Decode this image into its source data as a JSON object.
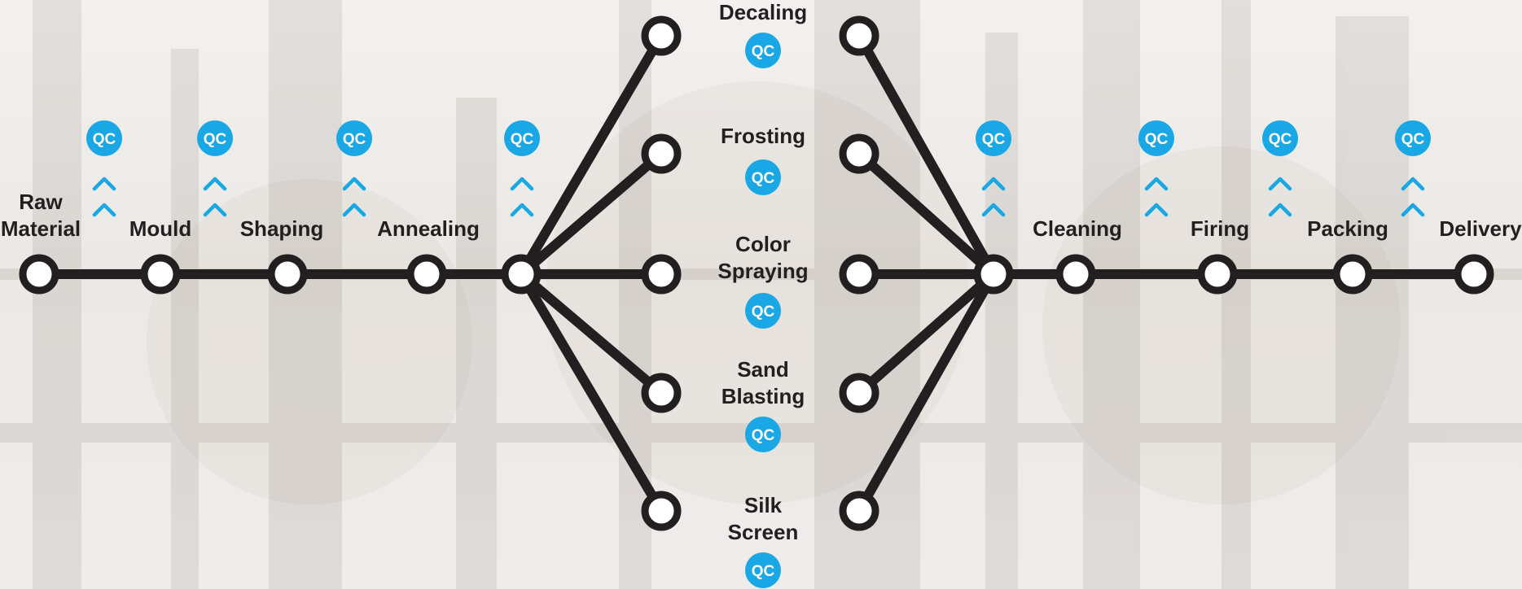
{
  "colors": {
    "line": "#231f20",
    "node_fill": "#ffffff",
    "qc_badge": "#1aa7e5",
    "arrow": "#1aa7e5",
    "label": "#231f20"
  },
  "qc_label": "QC",
  "main_line": {
    "steps": [
      {
        "label_lines": [
          "Raw",
          "Material"
        ],
        "qc_check": true
      },
      {
        "label_lines": [
          "Mould"
        ],
        "qc_check": true
      },
      {
        "label_lines": [
          "Shaping"
        ],
        "qc_check": true
      },
      {
        "label_lines": [
          "Annealing"
        ],
        "qc_check": true
      },
      {
        "label_lines": [],
        "qc_check": false,
        "role": "split-hub"
      }
    ],
    "tail_steps": [
      {
        "label_lines": [],
        "qc_check": true,
        "role": "merge-hub"
      },
      {
        "label_lines": [
          "Cleaning"
        ],
        "qc_check": true
      },
      {
        "label_lines": [
          "Firing"
        ],
        "qc_check": true
      },
      {
        "label_lines": [
          "Packing"
        ],
        "qc_check": true
      },
      {
        "label_lines": [
          "Delivery"
        ],
        "qc_check": false
      }
    ]
  },
  "branches": [
    {
      "label_lines": [
        "Decaling"
      ],
      "qc_check": true
    },
    {
      "label_lines": [
        "Frosting"
      ],
      "qc_check": true
    },
    {
      "label_lines": [
        "Color",
        "Spraying"
      ],
      "qc_check": true
    },
    {
      "label_lines": [
        "Sand",
        "Blasting"
      ],
      "qc_check": true
    },
    {
      "label_lines": [
        "Silk",
        "Screen"
      ],
      "qc_check": true
    }
  ]
}
